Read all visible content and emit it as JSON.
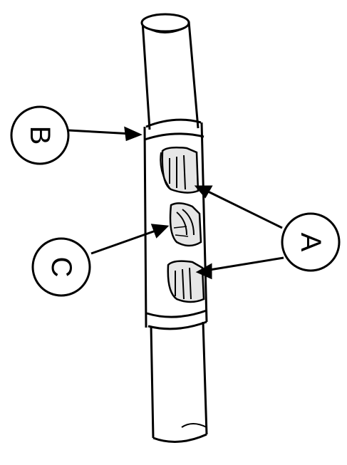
{
  "callouts": {
    "a": {
      "letter": "A"
    },
    "b": {
      "letter": "B"
    },
    "c": {
      "letter": "C"
    }
  },
  "colors": {
    "line": "#000000",
    "fill": "#ffffff",
    "shade": "#e6e6e6"
  }
}
